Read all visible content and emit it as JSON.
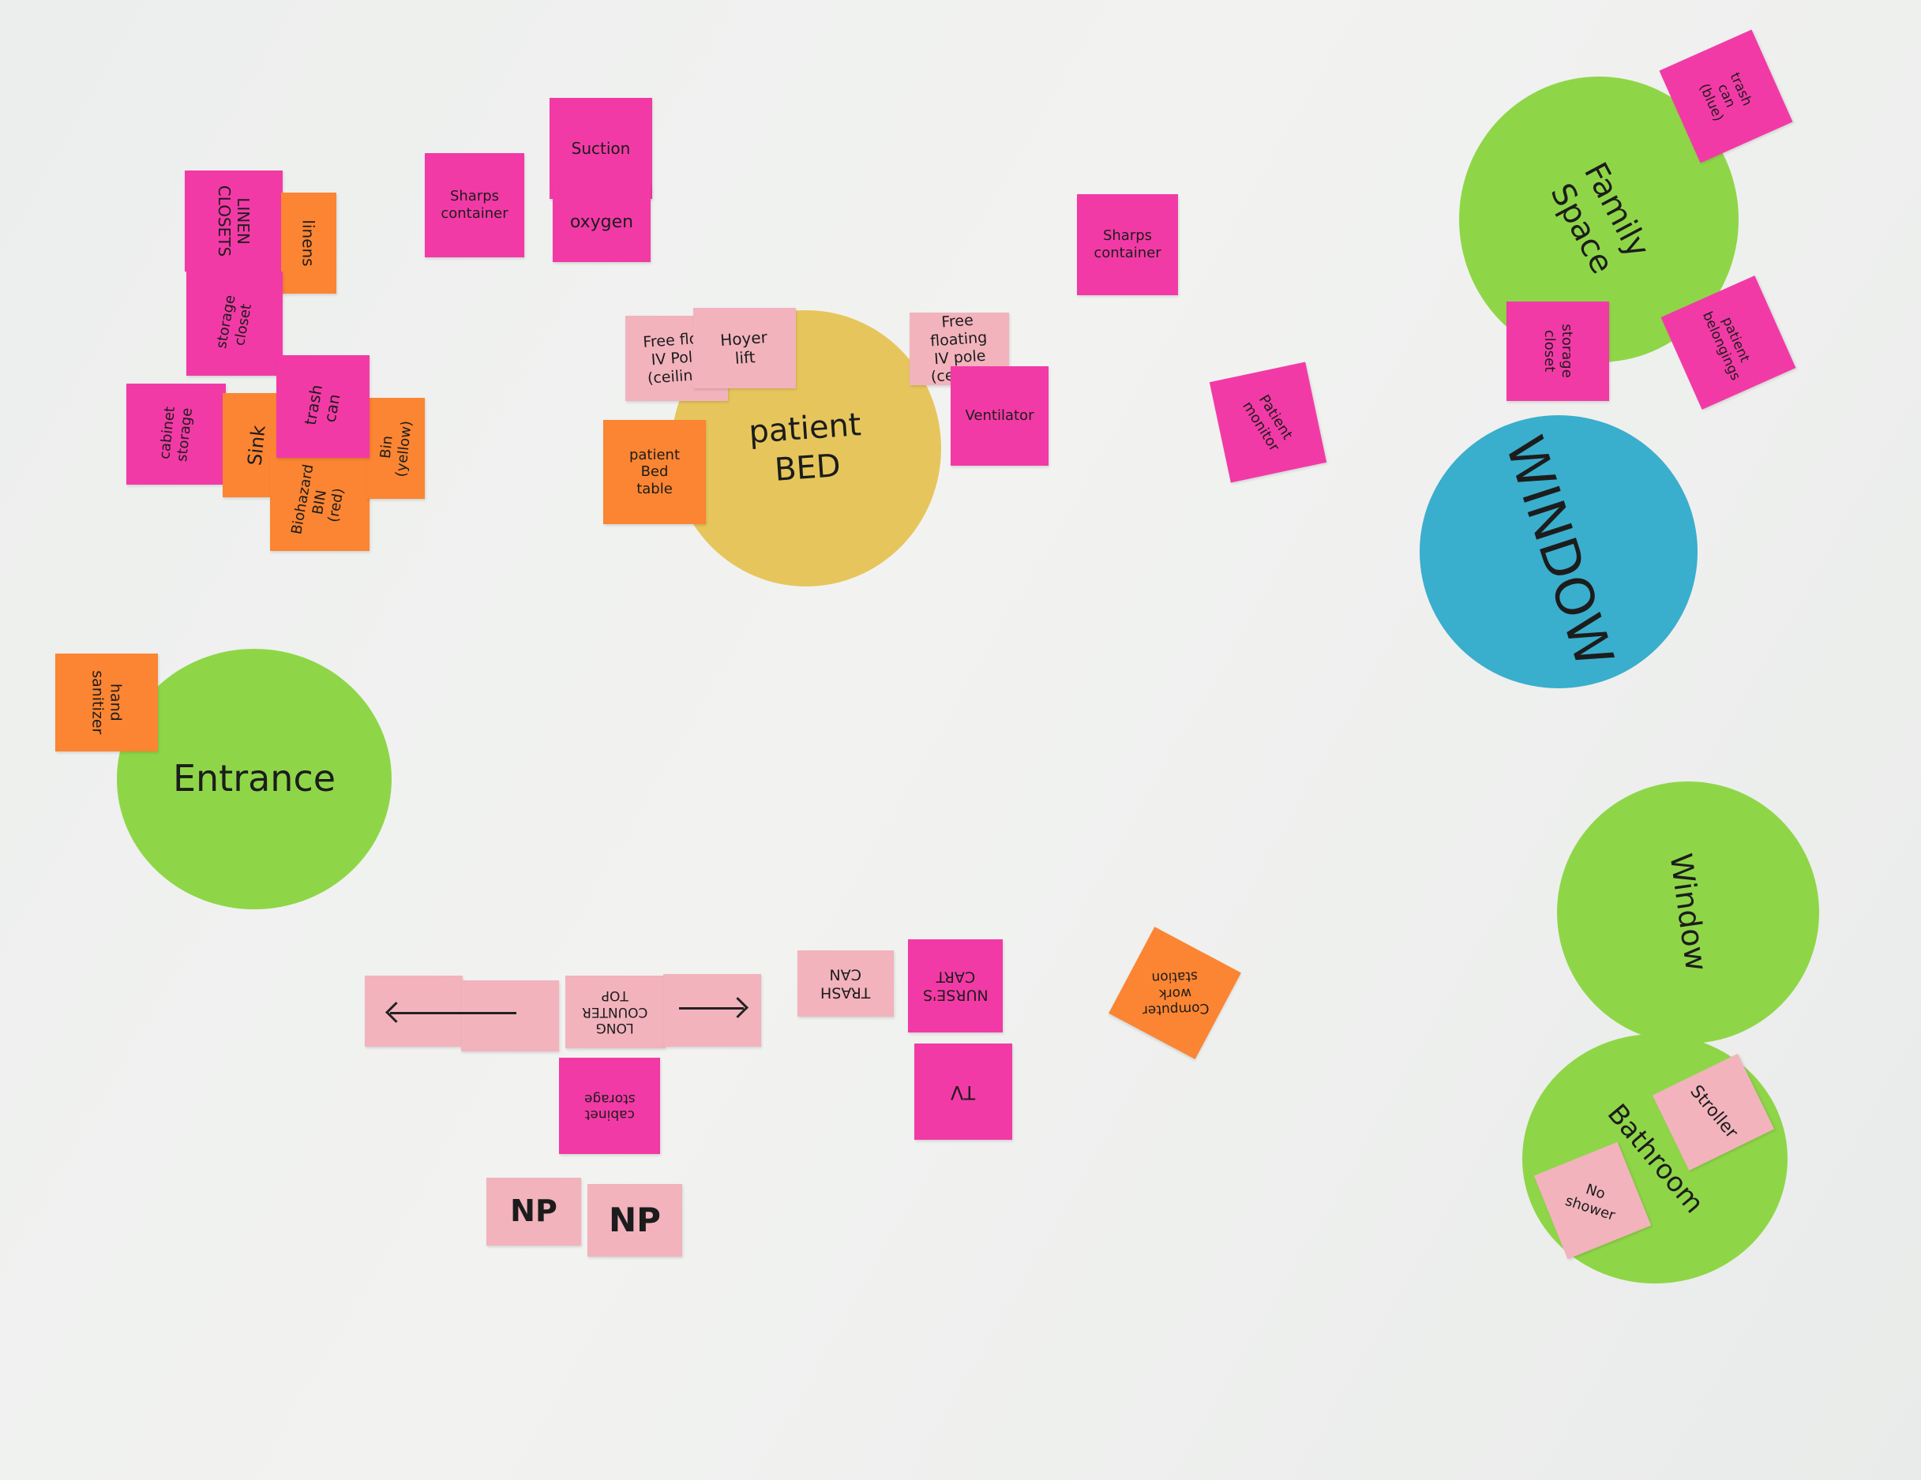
{
  "colors": {
    "pink": "#f23aa6",
    "orange": "#fb8532",
    "light_pink": "#f2b3bd",
    "green": "#8ed648",
    "yellow": "#e6c65c",
    "blue": "#3aaecd"
  },
  "circles": {
    "entrance": "Entrance",
    "patient_bed": "patient\nBED",
    "family_space": "Family\nSpace",
    "window_blue": "WINDOW",
    "window_green": "Window",
    "bathroom": "Bathroom"
  },
  "notes": {
    "linen_closets": "LINEN\nCLOSETS",
    "linens": "linens",
    "storage_closet_left": "storage\ncloset",
    "cabinet_storage_left": "cabinet\nstorage",
    "sink": "Sink",
    "trash_can_left": "trash\ncan",
    "biohazard_bin": "Biohazard\nBIN\n(red)",
    "bin_yellow": "Bin\n(yellow)",
    "sharps_container_left": "Sharps\ncontainer",
    "suction": "Suction",
    "oxygen": "oxygen",
    "free_floating_iv_left": "Free floa\nIV Pole\n(ceiling)",
    "hoyer_lift": "Hoyer\nlift",
    "patient_bed_table": "patient\nBed\ntable",
    "free_floating_iv_right": "Free floating\nIV pole\n(ceiling)",
    "ventilator": "Ventilator",
    "sharps_container_right": "Sharps\ncontainer",
    "patient_monitor": "Patient\nmonitor",
    "trash_can_blue": "trash\ncan\n(blue)",
    "storage_closet_right": "storage\ncloset",
    "patient_belongings": "patient\nbelongings",
    "hand_sanitizer": "hand\nsanitizer",
    "long_counter_top": "LONG\nCOUNTER\nTOP",
    "trash_can_bottom": "TRASH\nCAN",
    "nurses_cart": "NURSE'S\nCART",
    "tv": "TV",
    "cabinet_storage_bottom": "cabinet\nstorage",
    "computer_work_station": "Computer\nwork\nstation",
    "np_1": "NP",
    "np_2": "NP",
    "stroller": "Stroller",
    "no_shower": "No\nshower"
  }
}
